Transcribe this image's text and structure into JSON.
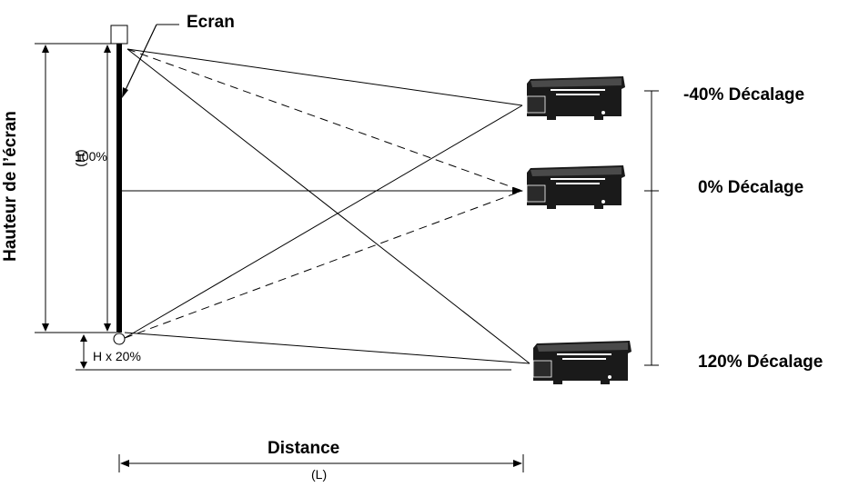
{
  "labels": {
    "screen": "Ecran",
    "screen_height": "Hauteur de l’écran",
    "h": "(H)",
    "percent100": "100%",
    "offset": "H x 20%",
    "distance": "Distance",
    "l": "(L)"
  },
  "projectors": [
    {
      "label": "-40% Décalage"
    },
    {
      "label": "0% Décalage"
    },
    {
      "label": "120% Décalage"
    }
  ],
  "colors": {
    "line": "#000000",
    "projector_body": "#1a1a1a",
    "projector_highlight": "#ffffff"
  }
}
